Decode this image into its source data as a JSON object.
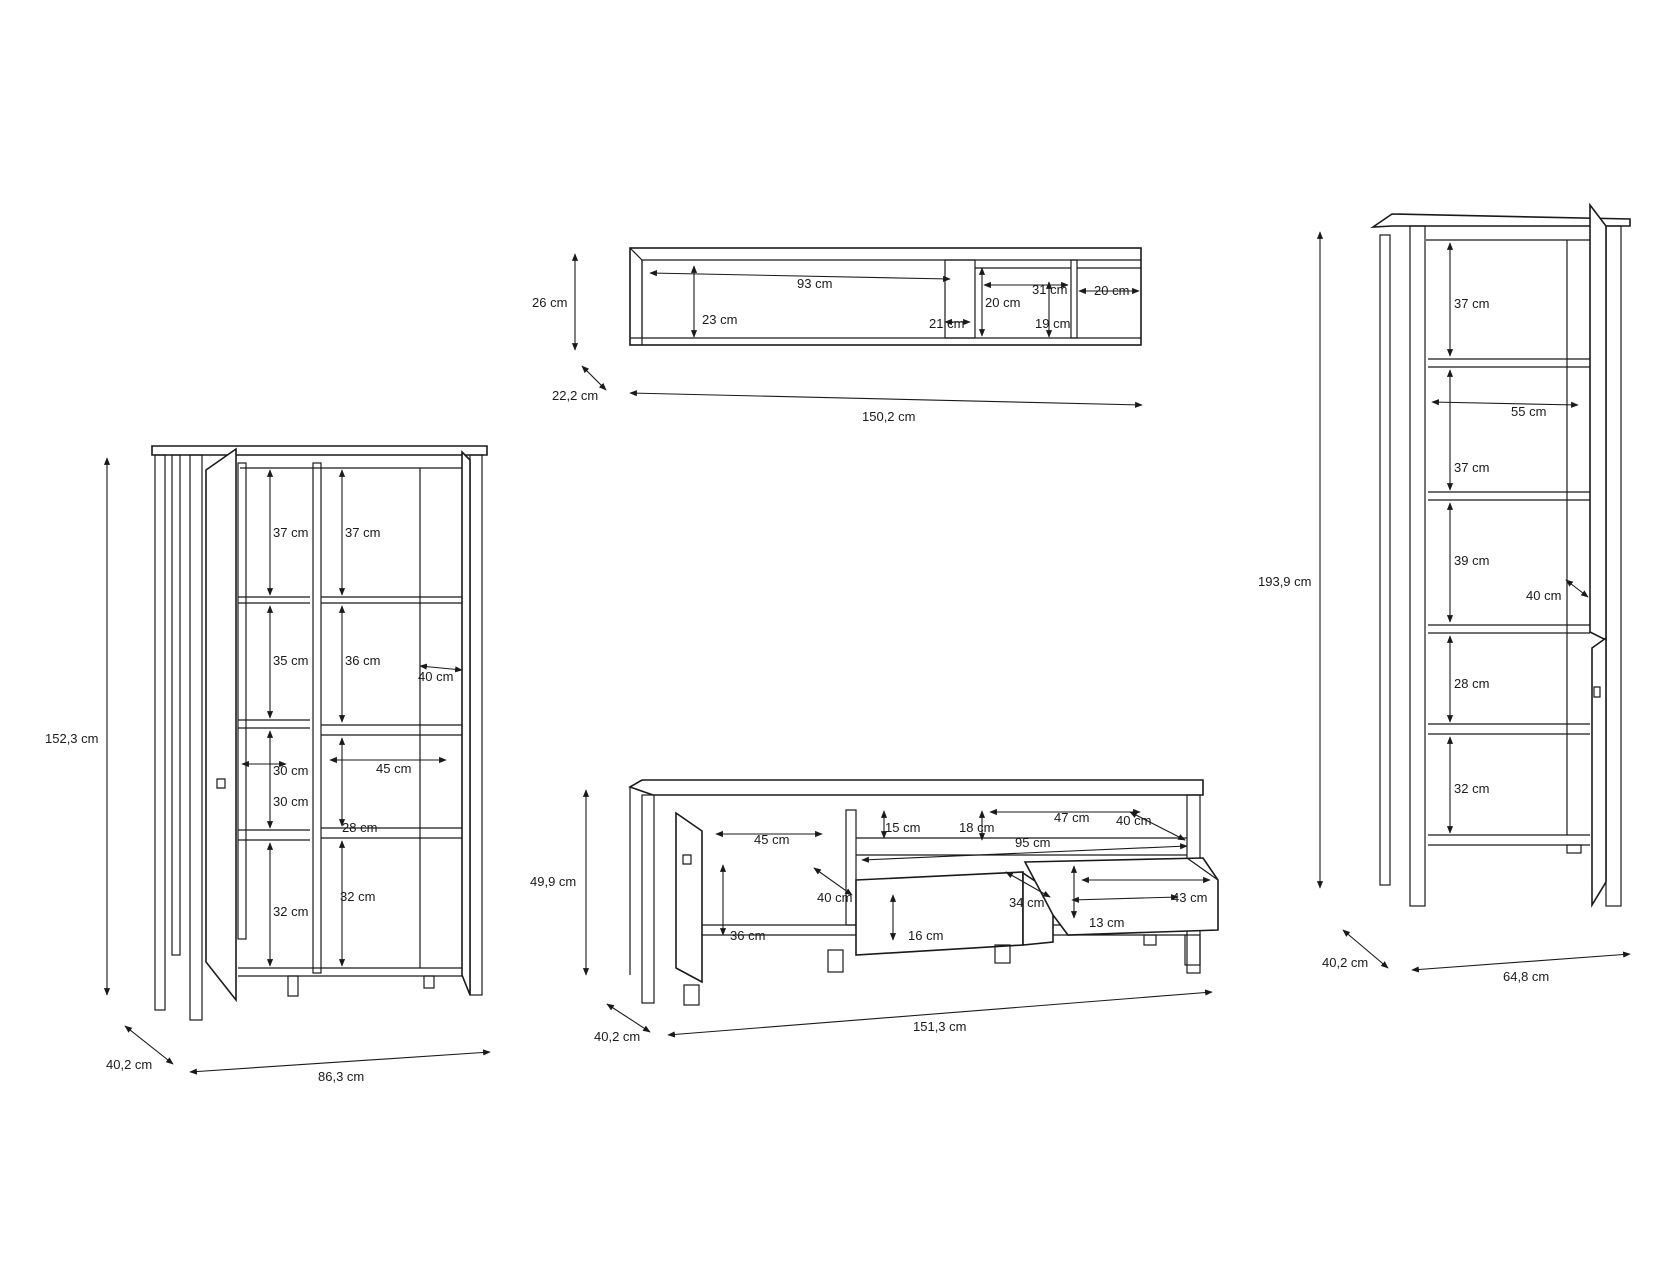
{
  "colors": {
    "line": "#1a1a1a",
    "background": "#ffffff"
  },
  "shelf": {
    "height": "26 cm",
    "depth": "22,2 cm",
    "width": "150,2 cm",
    "inner": [
      "93 cm",
      "23 cm",
      "21 cm",
      "20 cm",
      "31 cm",
      "19 cm",
      "20 cm"
    ]
  },
  "highboard": {
    "height": "152,3 cm",
    "depth": "40,2 cm",
    "width": "86,3 cm",
    "inner": [
      "37 cm",
      "37 cm",
      "35 cm",
      "36 cm",
      "40 cm",
      "30 cm",
      "45 cm",
      "30 cm",
      "28 cm",
      "32 cm",
      "32 cm"
    ]
  },
  "tv_unit": {
    "height": "49,9 cm",
    "depth": "40,2 cm",
    "width": "151,3 cm",
    "inner": [
      "45 cm",
      "15 cm",
      "18 cm",
      "47 cm",
      "40 cm",
      "95 cm",
      "40 cm",
      "34 cm",
      "43 cm",
      "36 cm",
      "16 cm",
      "13 cm"
    ]
  },
  "tall_cabinet": {
    "height": "193,9 cm",
    "depth": "40,2 cm",
    "width": "64,8 cm",
    "inner": [
      "37 cm",
      "55 cm",
      "37 cm",
      "39 cm",
      "40 cm",
      "28 cm",
      "32 cm"
    ]
  }
}
